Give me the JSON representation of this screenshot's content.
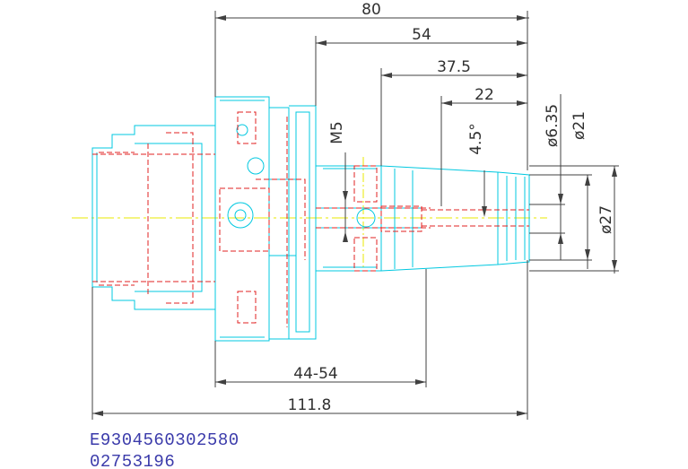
{
  "dimensions": {
    "d80": "80",
    "d54": "54",
    "d375": "37.5",
    "d22": "22",
    "m5": "M5",
    "angle": "4.5°",
    "dia635": "ø6.35",
    "dia21": "ø21",
    "dia27": "ø27",
    "d4454": "44-54",
    "d1118": "111.8"
  },
  "codes": {
    "line1": "E9304560302580",
    "line2": "02753196"
  },
  "colors": {
    "outline": "#00c8e0",
    "hidden": "#e02020",
    "center": "#e8e800",
    "dimension": "#404040",
    "code_text": "#3a3aaa"
  }
}
